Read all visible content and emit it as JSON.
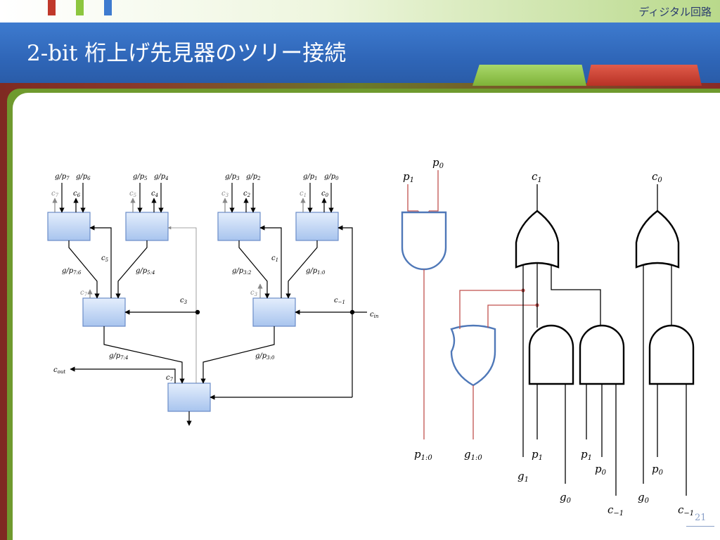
{
  "header": {
    "subject": "ディジタル回路",
    "title_prefix": "2-bit",
    "title_main": " 桁上げ先見器のツリー接続"
  },
  "footer": {
    "page_number": "21"
  },
  "colors": {
    "header_blue": "#2f66b8",
    "cla_block": "#b8d0f4",
    "gate_blue": "#4f78b8",
    "wire_red": "#c0504d",
    "tab_green": "#8cc63f",
    "tab_red": "#c0392b"
  },
  "tree": {
    "top_inputs": [
      {
        "g1": "g/p",
        "s1": "7",
        "g2": "g/p",
        "s2": "6",
        "c_out_l": "c",
        "c_out_l_sub": "7",
        "c_out_r": "c",
        "c_out_r_sub": "6"
      },
      {
        "g1": "g/p",
        "s1": "5",
        "g2": "g/p",
        "s2": "4",
        "c_out_l": "c",
        "c_out_l_sub": "5",
        "c_out_r": "c",
        "c_out_r_sub": "4"
      },
      {
        "g1": "g/p",
        "s1": "3",
        "g2": "g/p",
        "s2": "2",
        "c_out_l": "c",
        "c_out_l_sub": "3",
        "c_out_r": "c",
        "c_out_r_sub": "2"
      },
      {
        "g1": "g/p",
        "s1": "1",
        "g2": "g/p",
        "s2": "0",
        "c_out_l": "c",
        "c_out_l_sub": "1",
        "c_out_r": "c",
        "c_out_r_sub": "0"
      }
    ],
    "mid_labels": {
      "gp76": "g/p",
      "gp76_sub": "7:6",
      "gp54": "g/p",
      "gp54_sub": "5:4",
      "gp32": "g/p",
      "gp32_sub": "3:2",
      "gp10": "g/p",
      "gp10_sub": "1:0",
      "c5": "c",
      "c5_sub": "5",
      "c1": "c",
      "c1_sub": "1",
      "c7": "c",
      "c7_sub": "7",
      "c3": "c",
      "c3_sub": "3",
      "c3b": "c",
      "c3b_sub": "3",
      "cm1": "c",
      "cm1_sub": "−1",
      "cin": "c",
      "cin_sub": "in"
    },
    "bottom_labels": {
      "gp74": "g/p",
      "gp74_sub": "7:4",
      "gp30": "g/p",
      "gp30_sub": "3:0",
      "cout": "c",
      "cout_sub": "out",
      "c7b": "c",
      "c7b_sub": "7"
    }
  },
  "circuit": {
    "p1_top": "p",
    "p1_top_sub": "1",
    "p0_top": "p",
    "p0_top_sub": "0",
    "c1_top": "c",
    "c1_top_sub": "1",
    "c0_top": "c",
    "c0_top_sub": "0",
    "out_p10": "p",
    "out_p10_sub": "1:0",
    "out_g10": "g",
    "out_g10_sub": "1:0",
    "in_g1": "g",
    "in_g1_sub": "1",
    "in_p1a": "p",
    "in_p1a_sub": "1",
    "in_g0a": "g",
    "in_g0a_sub": "0",
    "in_p1b": "p",
    "in_p1b_sub": "1",
    "in_p0a": "p",
    "in_p0a_sub": "0",
    "in_cm1a": "c",
    "in_cm1a_sub": "−1",
    "in_g0b": "g",
    "in_g0b_sub": "0",
    "in_p0b": "p",
    "in_p0b_sub": "0",
    "in_cm1b": "c",
    "in_cm1b_sub": "−1"
  }
}
